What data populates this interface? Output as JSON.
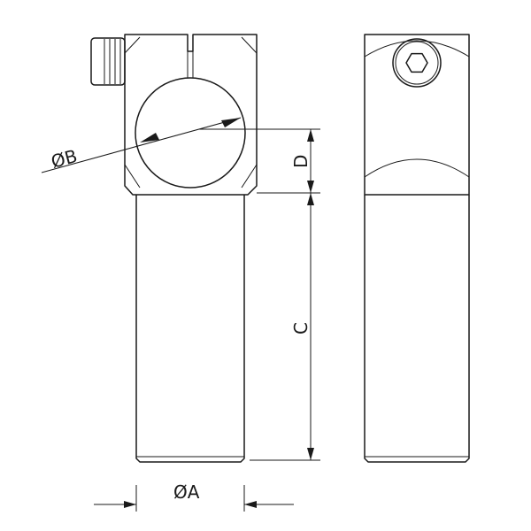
{
  "dimensions": {
    "diameter_a": "ØA",
    "diameter_b": "ØB",
    "length_c": "C",
    "offset_d": "D"
  }
}
